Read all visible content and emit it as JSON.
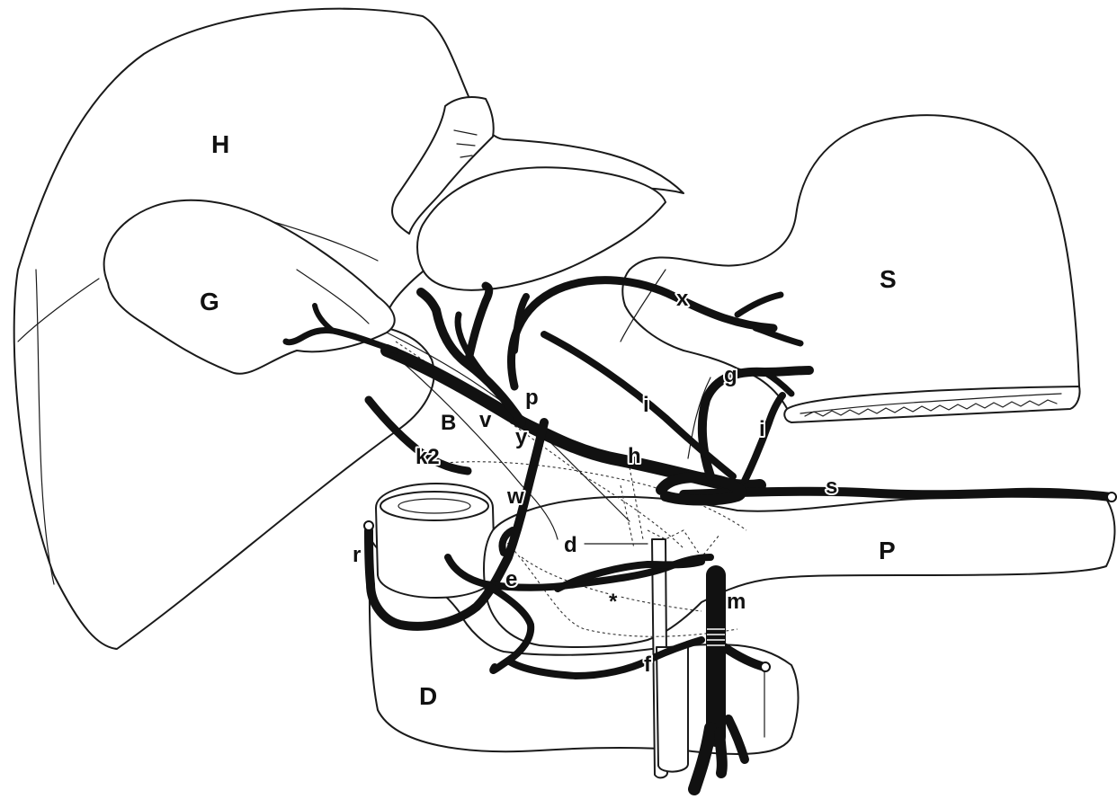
{
  "labels": {
    "H": "H",
    "G": "G",
    "S": "S",
    "B": "B",
    "v": "v",
    "y": "y",
    "p": "p",
    "x": "x",
    "i_upper": "i",
    "i_right": "i",
    "g": "g",
    "h": "h",
    "k2": "k2",
    "w": "w",
    "s": "s",
    "d": "d",
    "P": "P",
    "r": "r",
    "e": "e",
    "asterisk": "*",
    "m": "m",
    "f": "f",
    "D": "D"
  },
  "colors": {
    "vessel": "#111111",
    "outline": "#1a1a1a",
    "background": "#ffffff"
  }
}
